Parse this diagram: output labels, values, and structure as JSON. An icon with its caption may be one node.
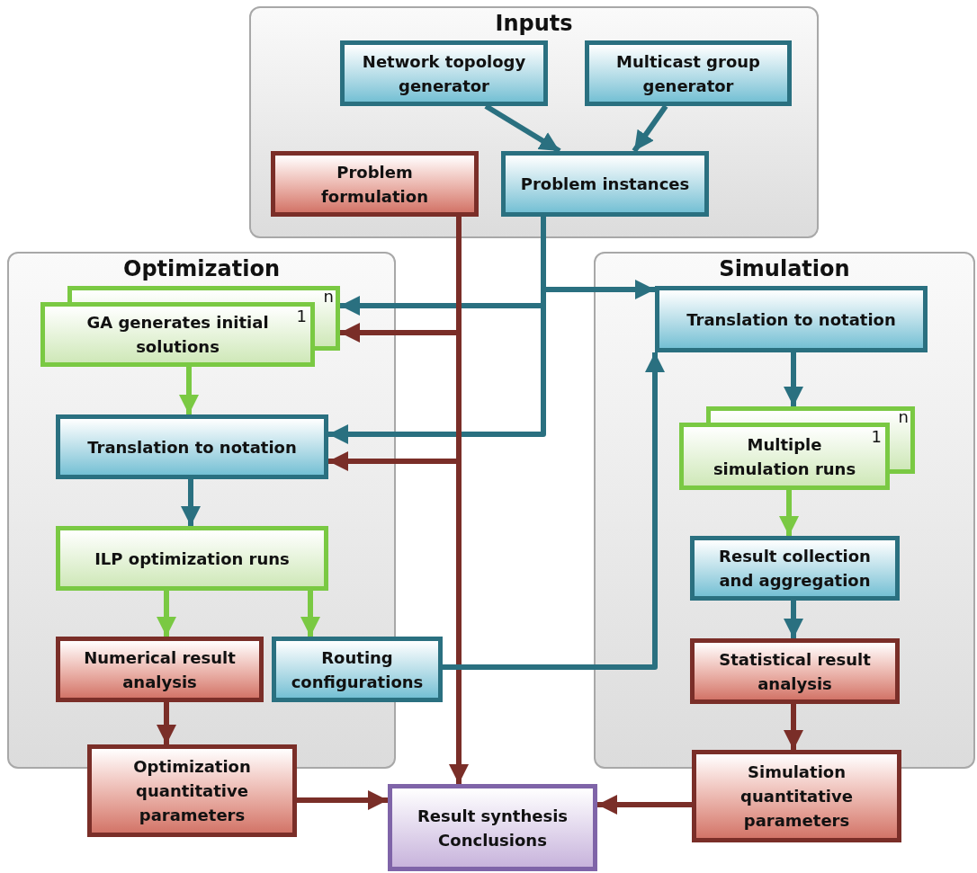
{
  "diagram": {
    "nodes": [
      {
        "text": [
          "Inputs"
        ]
      },
      {
        "text": [
          "Network topology generator"
        ],
        "in": 0
      },
      {
        "text": [
          "Multicast group generator"
        ],
        "in": 0
      },
      {
        "text": [
          "Problem formulation"
        ],
        "in": 0
      },
      {
        "text": [
          "Problem instances"
        ],
        "in": 0
      },
      {
        "text": [
          "Optimization"
        ]
      },
      {
        "text": [
          "GA generates initial solutions",
          "1"
        ],
        "in": 5,
        "beside": [
          "n"
        ]
      },
      {
        "text": [
          "Translation to notation"
        ],
        "in": 5
      },
      {
        "text": [
          "ILP optimization runs"
        ],
        "in": 5
      },
      {
        "text": [
          "Numerical result analysis"
        ],
        "in": 5
      },
      {
        "text": [
          "Routing configurations"
        ]
      },
      {
        "text": [
          "Optimization quantitative parameters"
        ]
      },
      {
        "text": [
          "Result synthesis Conclusions"
        ]
      },
      {
        "text": [
          "Simulation"
        ]
      },
      {
        "text": [
          "Translation to notation"
        ],
        "in": 13
      },
      {
        "text": [
          "Multiple simulation runs",
          "1"
        ],
        "in": 13,
        "beside": [
          "n"
        ]
      },
      {
        "text": [
          "Result collection and aggregation"
        ],
        "in": 13
      },
      {
        "text": [
          "Statistical result analysis"
        ],
        "in": 13
      },
      {
        "text": [
          "Simulation quantitative parameters"
        ]
      }
    ],
    "edges": [
      {
        "from": 1,
        "to": 4,
        "arrow": "to"
      },
      {
        "from": 2,
        "to": 4,
        "arrow": "to"
      },
      {
        "from": 4,
        "to": 6,
        "arrow": "to"
      },
      {
        "from": 4,
        "to": 7,
        "arrow": "to"
      },
      {
        "from": 4,
        "to": 14,
        "arrow": "to"
      },
      {
        "from": 3,
        "to": 6,
        "arrow": "to",
        "color": "#7a2e28"
      },
      {
        "from": 3,
        "to": 7,
        "arrow": "to",
        "color": "#7a2e28"
      },
      {
        "from": 3,
        "to": 12,
        "arrow": "to",
        "color": "#7a2e28"
      },
      {
        "from": 6,
        "to": 7,
        "arrow": "to",
        "color": "#7ac943"
      },
      {
        "from": 7,
        "to": 8,
        "arrow": "to"
      },
      {
        "from": 8,
        "to": 9,
        "arrow": "to",
        "color": "#7ac943"
      },
      {
        "from": 8,
        "to": 10,
        "arrow": "to",
        "color": "#7ac943"
      },
      {
        "from": 9,
        "to": 11,
        "arrow": "to",
        "color": "#7a2e28"
      },
      {
        "from": 10,
        "to": 14,
        "arrow": "to"
      },
      {
        "from": 14,
        "to": 15,
        "arrow": "to"
      },
      {
        "from": 15,
        "to": 16,
        "arrow": "to",
        "color": "#7ac943"
      },
      {
        "from": 16,
        "to": 17,
        "arrow": "to"
      },
      {
        "from": 17,
        "to": 18,
        "arrow": "to",
        "color": "#7a2e28"
      },
      {
        "from": 11,
        "to": 12,
        "arrow": "to",
        "color": "#7a2e28"
      },
      {
        "from": 18,
        "to": 12,
        "arrow": "to",
        "color": "#7a2e28"
      }
    ]
  }
}
